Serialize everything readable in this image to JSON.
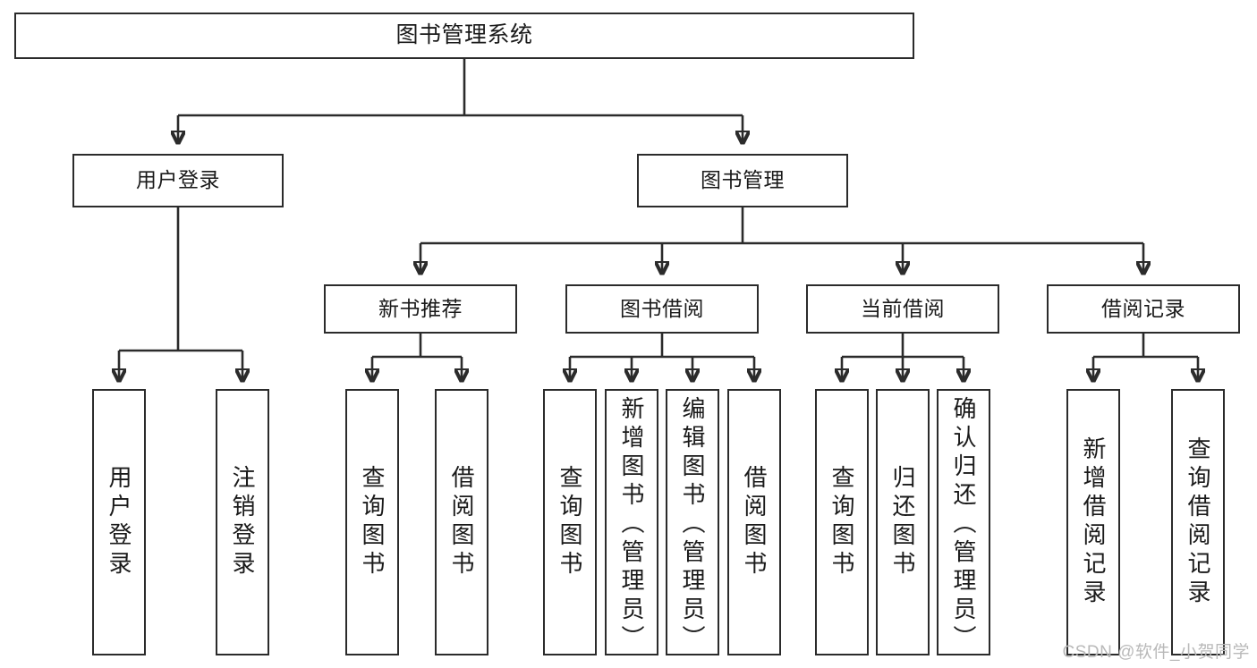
{
  "diagram": {
    "type": "tree",
    "title": "图书管理系统",
    "root": {
      "label": "图书管理系统"
    },
    "level1": [
      {
        "label": "用户登录"
      },
      {
        "label": "图书管理"
      }
    ],
    "level2": [
      {
        "label": "新书推荐"
      },
      {
        "label": "图书借阅"
      },
      {
        "label": "当前借阅"
      },
      {
        "label": "借阅记录"
      }
    ],
    "leaves": {
      "user_login": [
        {
          "label": "用户登录"
        },
        {
          "label": "注销登录"
        }
      ],
      "new_book_recommend": [
        {
          "label": "查询图书"
        },
        {
          "label": "借阅图书"
        }
      ],
      "book_borrow": [
        {
          "label": "查询图书"
        },
        {
          "label": "新增图书（管理员）"
        },
        {
          "label": "编辑图书（管理员）"
        },
        {
          "label": "借阅图书"
        }
      ],
      "current_borrow": [
        {
          "label": "查询图书"
        },
        {
          "label": "归还图书"
        },
        {
          "label": "确认归还（管理员）"
        }
      ],
      "borrow_record": [
        {
          "label": "新增借阅记录"
        },
        {
          "label": "查询借阅记录"
        }
      ]
    }
  },
  "watermark": {
    "text": "CSDN @软件_小贺同学"
  },
  "colors": {
    "background": "#ffffff",
    "border": "#2b2b2b",
    "text": "#1a1a1a",
    "watermark": "#b9b9b9"
  }
}
